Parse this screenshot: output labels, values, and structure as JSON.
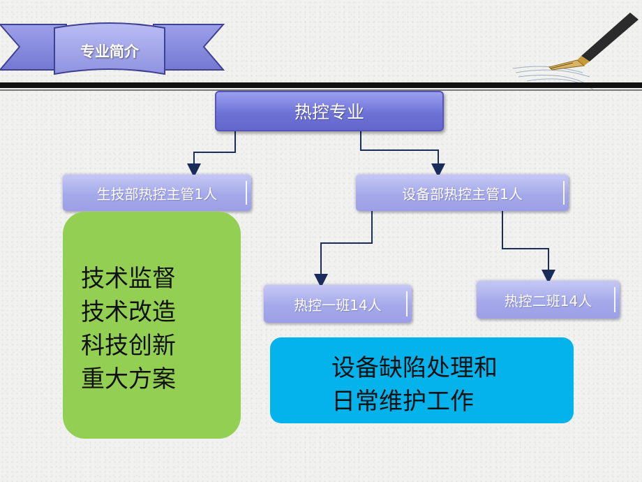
{
  "header": {
    "section_title": "专业简介"
  },
  "org_chart": {
    "root": "热控专业",
    "left_branch": "生技部热控主管1人",
    "right_branch": "设备部热控主管1人",
    "team_one": "热控一班14人",
    "team_two": "热控二班14人"
  },
  "left_duties": [
    "技术监督",
    "技术改造",
    "科技创新",
    "重大方案"
  ],
  "right_duties": [
    "设备缺陷处理和",
    "日常维护工作"
  ],
  "colors": {
    "root_node": "#6f73d6",
    "sub_node": "#a5a9ea",
    "green_box": "#93cf52",
    "blue_box": "#05b3ec",
    "connector": "#1a2c5a"
  }
}
